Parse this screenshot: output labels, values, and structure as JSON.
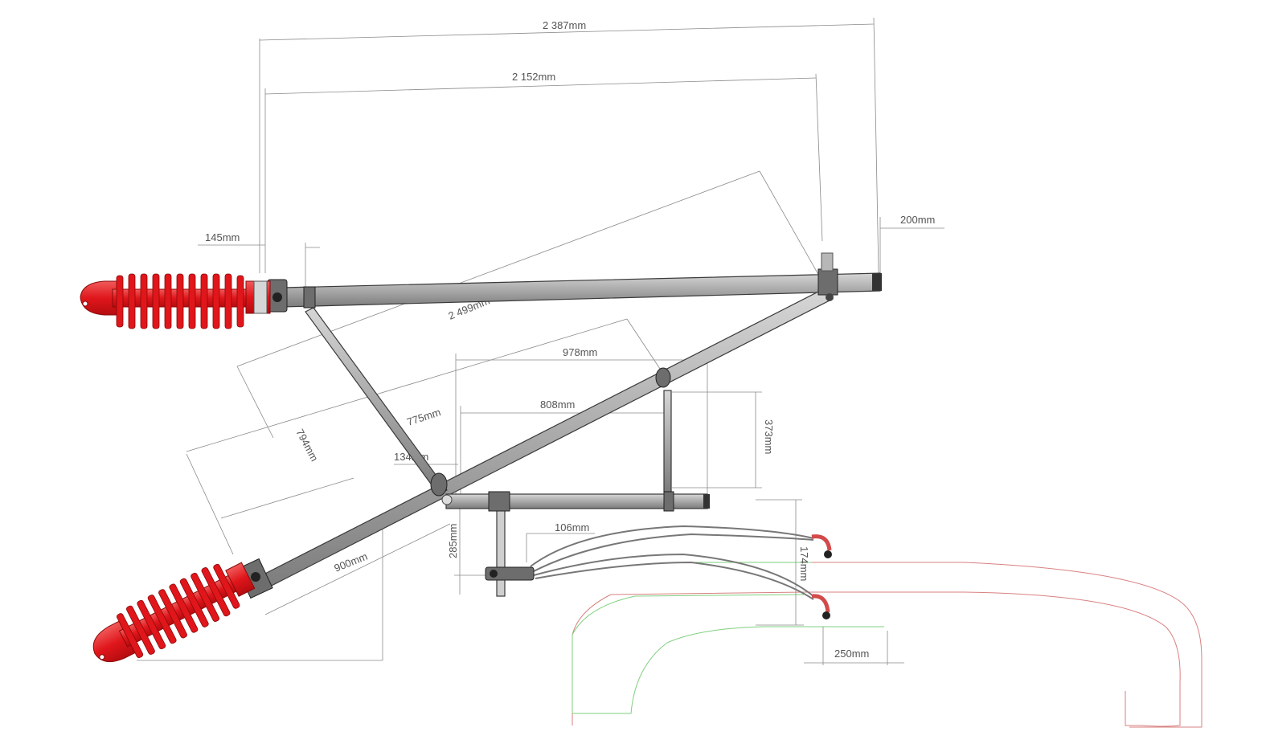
{
  "drawing": {
    "dimensions": {
      "d2387": "2 387mm",
      "d2152": "2 152mm",
      "d145": "145mm",
      "d200": "200mm",
      "d2499": "2 499mm",
      "d978": "978mm",
      "d808": "808mm",
      "d373": "373mm",
      "d775": "775mm",
      "d794": "794mm",
      "d134": "134mm",
      "d285": "285mm",
      "d106": "106mm",
      "d174": "174mm",
      "d900": "900mm",
      "d250": "250mm"
    },
    "colors": {
      "insulator": "#e0161b",
      "tube": "#a9a9a9",
      "dimension_line": "#8a8a8a",
      "profile_red": "#d98080",
      "profile_green": "#7fcf7f"
    }
  }
}
